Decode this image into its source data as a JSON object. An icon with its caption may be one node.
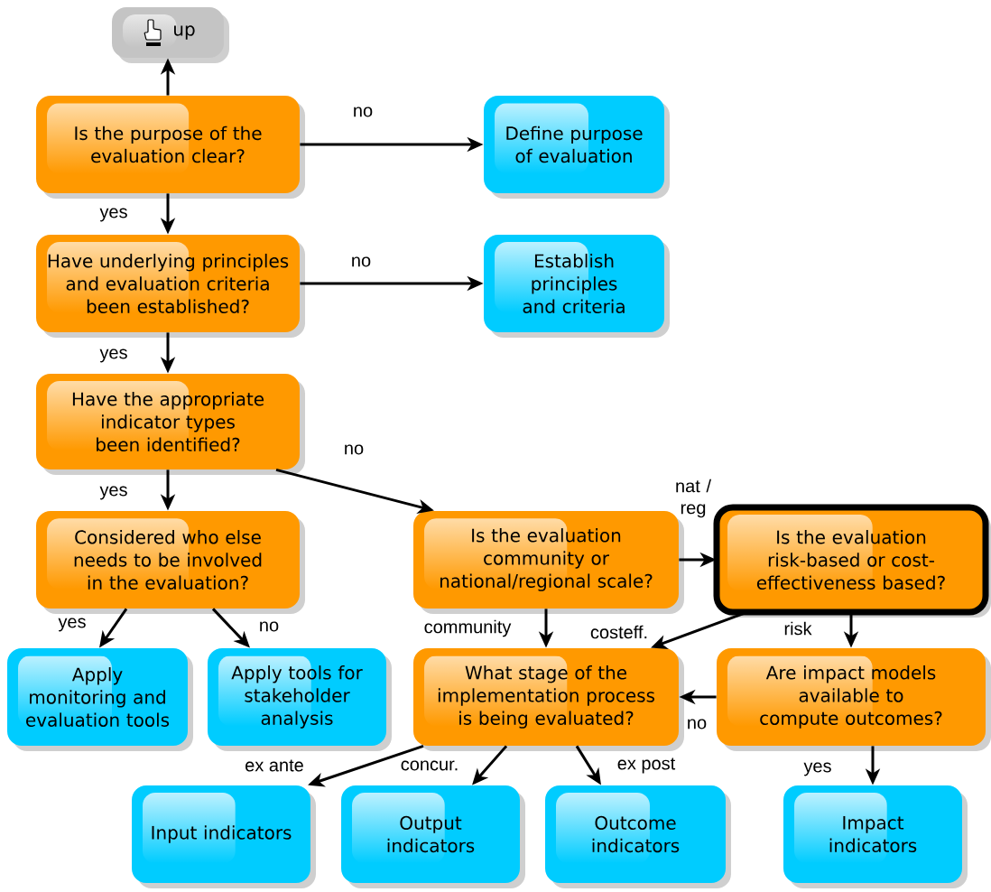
{
  "diagram": {
    "nodes": [
      {
        "text": [
          "up"
        ]
      },
      {
        "text": [
          "Is the purpose of the evaluation clear?"
        ]
      },
      {
        "text": [
          "Define purpose of evaluation"
        ]
      },
      {
        "text": [
          "Have underlying principles and evaluation criteria been established?"
        ]
      },
      {
        "text": [
          "Establish principles and criteria"
        ]
      },
      {
        "text": [
          "Have the appropriate indicator types been identified?"
        ]
      },
      {
        "text": [
          "Considered who else needs to be involved in the evaluation?"
        ]
      },
      {
        "text": [
          "Is the evaluation community or national/regional scale?"
        ]
      },
      {
        "text": [
          "Is the evaluation risk-based or cost-effectiveness based?"
        ]
      },
      {
        "text": [
          "Apply monitoring and evaluation tools"
        ]
      },
      {
        "text": [
          "Apply tools for stakeholder analysis"
        ]
      },
      {
        "text": [
          "What stage of the implementation process is being evaluated?"
        ]
      },
      {
        "text": [
          "Are impact models available to compute outcomes?"
        ]
      },
      {
        "text": [
          "Input indicators"
        ]
      },
      {
        "text": [
          "Output indicators"
        ]
      },
      {
        "text": [
          "Outcome indicators"
        ]
      },
      {
        "text": [
          "Impact indicators"
        ]
      }
    ],
    "edges": [
      {
        "from": 1,
        "to": 0,
        "arrow": "to"
      },
      {
        "from": 1,
        "to": 2,
        "arrow": "to",
        "label": "no"
      },
      {
        "from": 1,
        "to": 3,
        "arrow": "to",
        "label": "yes"
      },
      {
        "from": 3,
        "to": 4,
        "arrow": "to",
        "label": "no"
      },
      {
        "from": 3,
        "to": 5,
        "arrow": "to",
        "label": "yes"
      },
      {
        "from": 5,
        "to": 6,
        "arrow": "to",
        "label": "yes"
      },
      {
        "from": 5,
        "to": 7,
        "arrow": "to",
        "label": "no"
      },
      {
        "from": 7,
        "to": 8,
        "arrow": "to",
        "label": "nat / reg"
      },
      {
        "from": 6,
        "to": 9,
        "arrow": "to",
        "label": "yes"
      },
      {
        "from": 6,
        "to": 10,
        "arrow": "to",
        "label": "no"
      },
      {
        "from": 7,
        "to": 11,
        "arrow": "to",
        "label": "community"
      },
      {
        "from": 8,
        "to": 11,
        "arrow": "to",
        "label": "costeff."
      },
      {
        "from": 8,
        "to": 12,
        "arrow": "to",
        "label": "risk"
      },
      {
        "from": 12,
        "to": 11,
        "arrow": "to",
        "label": "no"
      },
      {
        "from": 11,
        "to": 13,
        "arrow": "to",
        "label": "ex ante"
      },
      {
        "from": 11,
        "to": 14,
        "arrow": "to",
        "label": "concur."
      },
      {
        "from": 11,
        "to": 15,
        "arrow": "to",
        "label": "ex post"
      },
      {
        "from": 12,
        "to": 16,
        "arrow": "to",
        "label": "yes"
      }
    ]
  }
}
